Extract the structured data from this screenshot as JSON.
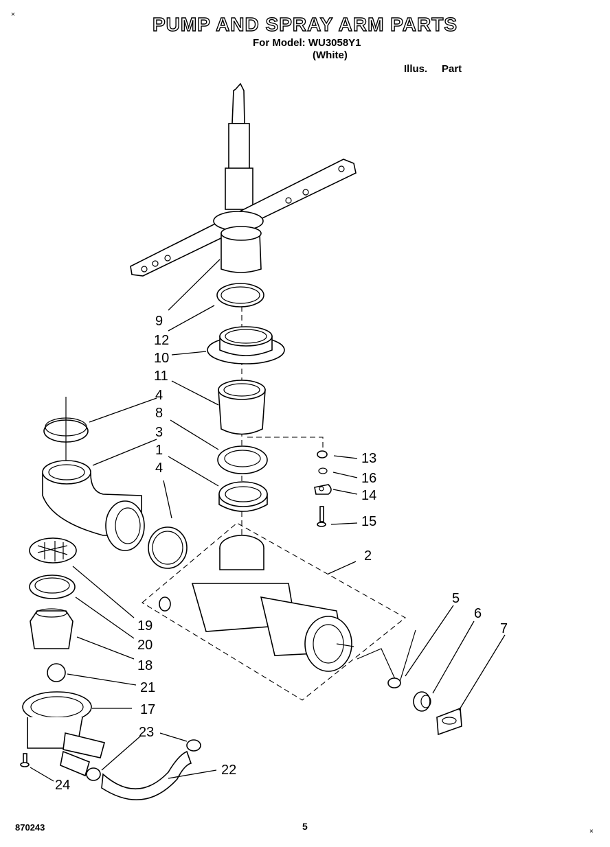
{
  "header": {
    "title": "PUMP AND SPRAY ARM PARTS",
    "model_line": "For Model: WU3058Y1",
    "color": "(White)",
    "col_illus": "Illus.",
    "col_part": "Part"
  },
  "footer": {
    "doc_number": "870243",
    "page_number": "5"
  },
  "marks": {
    "corner": "×"
  },
  "callouts": [
    "9",
    "12",
    "10",
    "11",
    "4",
    "8",
    "3",
    "1",
    "4",
    "13",
    "16",
    "14",
    "15",
    "2",
    "19",
    "20",
    "18",
    "21",
    "17",
    "23",
    "22",
    "24",
    "5",
    "6",
    "7"
  ]
}
